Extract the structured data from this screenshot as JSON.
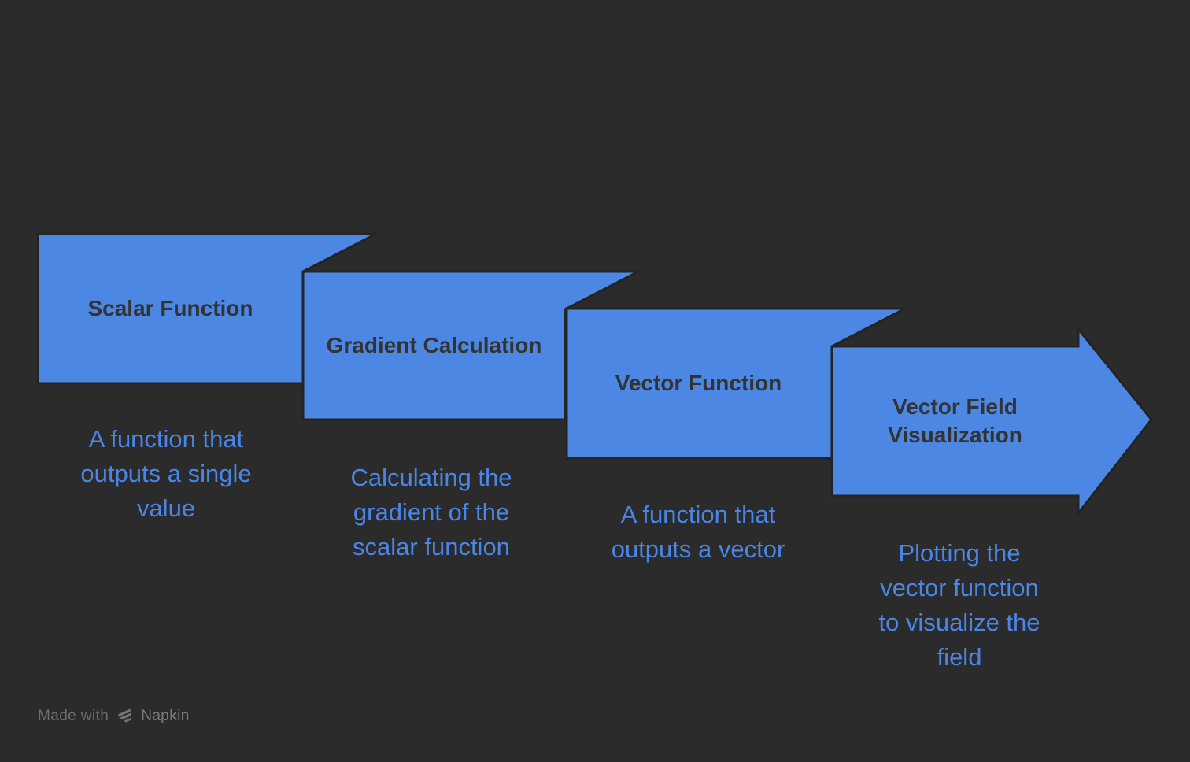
{
  "diagram": {
    "type": "process-flow-ribbon-arrow",
    "colors": {
      "background": "#2b2b2b",
      "shape_fill": "#4d87e4",
      "outline": "#242424",
      "title_text": "#333333",
      "description_text": "#4a86e8",
      "footer_text": "#6e6e6e",
      "footer_brand": "#7c7c7c",
      "footer_logo": "#757575"
    },
    "steps": [
      {
        "title": "Scalar Function",
        "title_lines": [
          "Scalar Function"
        ],
        "description": "A function that outputs a single value",
        "description_lines": [
          "A function that",
          "outputs a single",
          "value"
        ]
      },
      {
        "title": "Gradient Calculation",
        "title_lines": [
          "Gradient Calculation"
        ],
        "description": "Calculating the gradient of the scalar function",
        "description_lines": [
          "Calculating the",
          "gradient of the",
          "scalar function"
        ]
      },
      {
        "title": "Vector Function",
        "title_lines": [
          "Vector Function"
        ],
        "description": "A function that outputs a vector",
        "description_lines": [
          "A function that",
          "outputs a vector"
        ]
      },
      {
        "title": "Vector Field Visualization",
        "title_lines": [
          "Vector Field",
          "Visualization"
        ],
        "description": "Plotting the vector function to visualize the field",
        "description_lines": [
          "Plotting the",
          "vector function",
          "to visualize the",
          "field"
        ]
      }
    ],
    "footer": {
      "prefix": "Made with",
      "brand": "Napkin",
      "logo": "napkin-logo-icon"
    }
  }
}
